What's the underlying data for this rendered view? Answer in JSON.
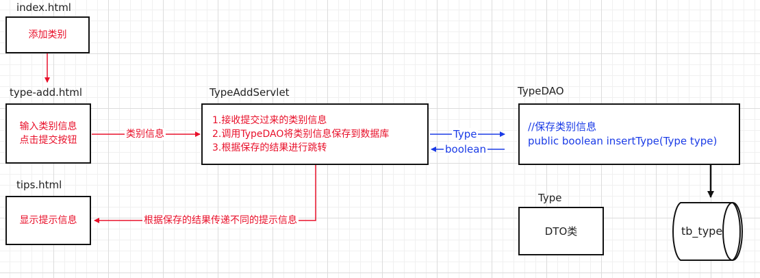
{
  "nodes": {
    "index": {
      "title": "index.html",
      "text": "添加类别"
    },
    "type_add": {
      "title": "type-add.html",
      "lines": [
        "输入类别信息",
        "点击提交按钮"
      ]
    },
    "tips": {
      "title": "tips.html",
      "text": "显示提示信息"
    },
    "servlet": {
      "title": "TypeAddServlet",
      "lines": [
        "1.接收提交过来的类别信息",
        "2.调用TypeDAO将类别信息保存到数据库",
        "3.根据保存的结果进行跳转"
      ]
    },
    "dao": {
      "title": "TypeDAO",
      "lines": [
        "//保存类别信息",
        "public boolean insertType(Type type)"
      ]
    },
    "type": {
      "title": "Type",
      "text": "DTO类"
    },
    "db": {
      "text": "tb_type"
    }
  },
  "edges": {
    "category_info": "类别信息",
    "type": "Type",
    "boolean": "boolean",
    "tips_msg": "根据保存的结果传递不同的提示信息"
  },
  "colors": {
    "red": "#e8102a",
    "blue": "#1a3be6",
    "black": "#111111"
  }
}
